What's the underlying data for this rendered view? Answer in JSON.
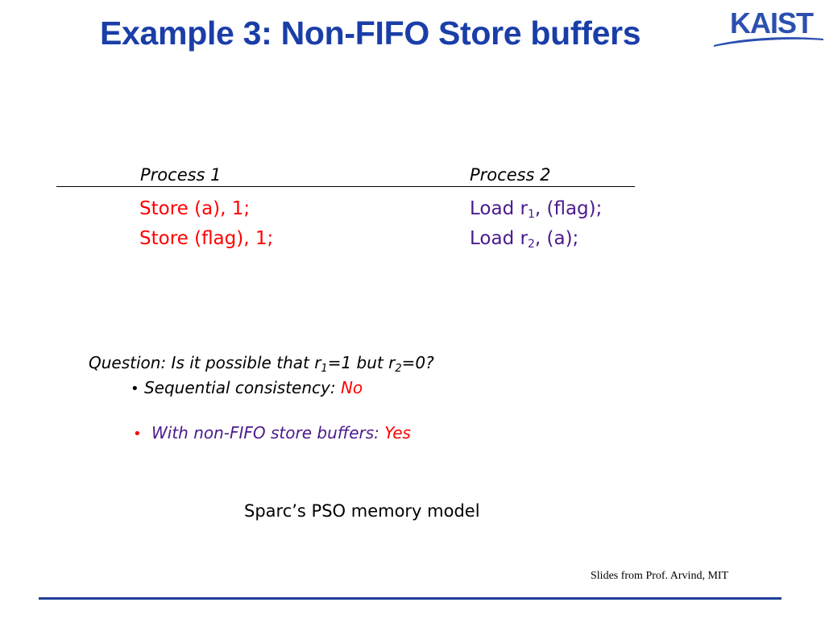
{
  "slide": {
    "title": "Example 3:  Non-FIFO Store buffers",
    "logo_text": "KAIST"
  },
  "table": {
    "headers": [
      "Process 1",
      "Process 2"
    ],
    "process1": [
      "Store (a), 1;",
      "Store (flag), 1;"
    ],
    "process2": [
      {
        "prefix": "Load r",
        "sub": "1",
        "suffix": ", (flag);"
      },
      {
        "prefix": "Load r",
        "sub": "2",
        "suffix": ", (a);"
      }
    ]
  },
  "question": {
    "prefix": "Question:  Is it possible that  r",
    "sub1": "1",
    "mid": "=1 but r",
    "sub2": "2",
    "suffix": "=0?"
  },
  "bullets": [
    {
      "marker": "•",
      "label": "Sequential consistency:  ",
      "answer": "No"
    },
    {
      "marker": "•",
      "label": "With non-FIFO store buffers: ",
      "answer": "Yes"
    }
  ],
  "caption": "Sparc’s PSO memory model",
  "credit": "Slides from Prof. Arvind, MIT",
  "colors": {
    "title": "#1a3ea8",
    "store_text": "#ff0000",
    "load_text": "#4a1a8c",
    "answer": "#ff0000",
    "footer_rule": "#1f3f99"
  }
}
